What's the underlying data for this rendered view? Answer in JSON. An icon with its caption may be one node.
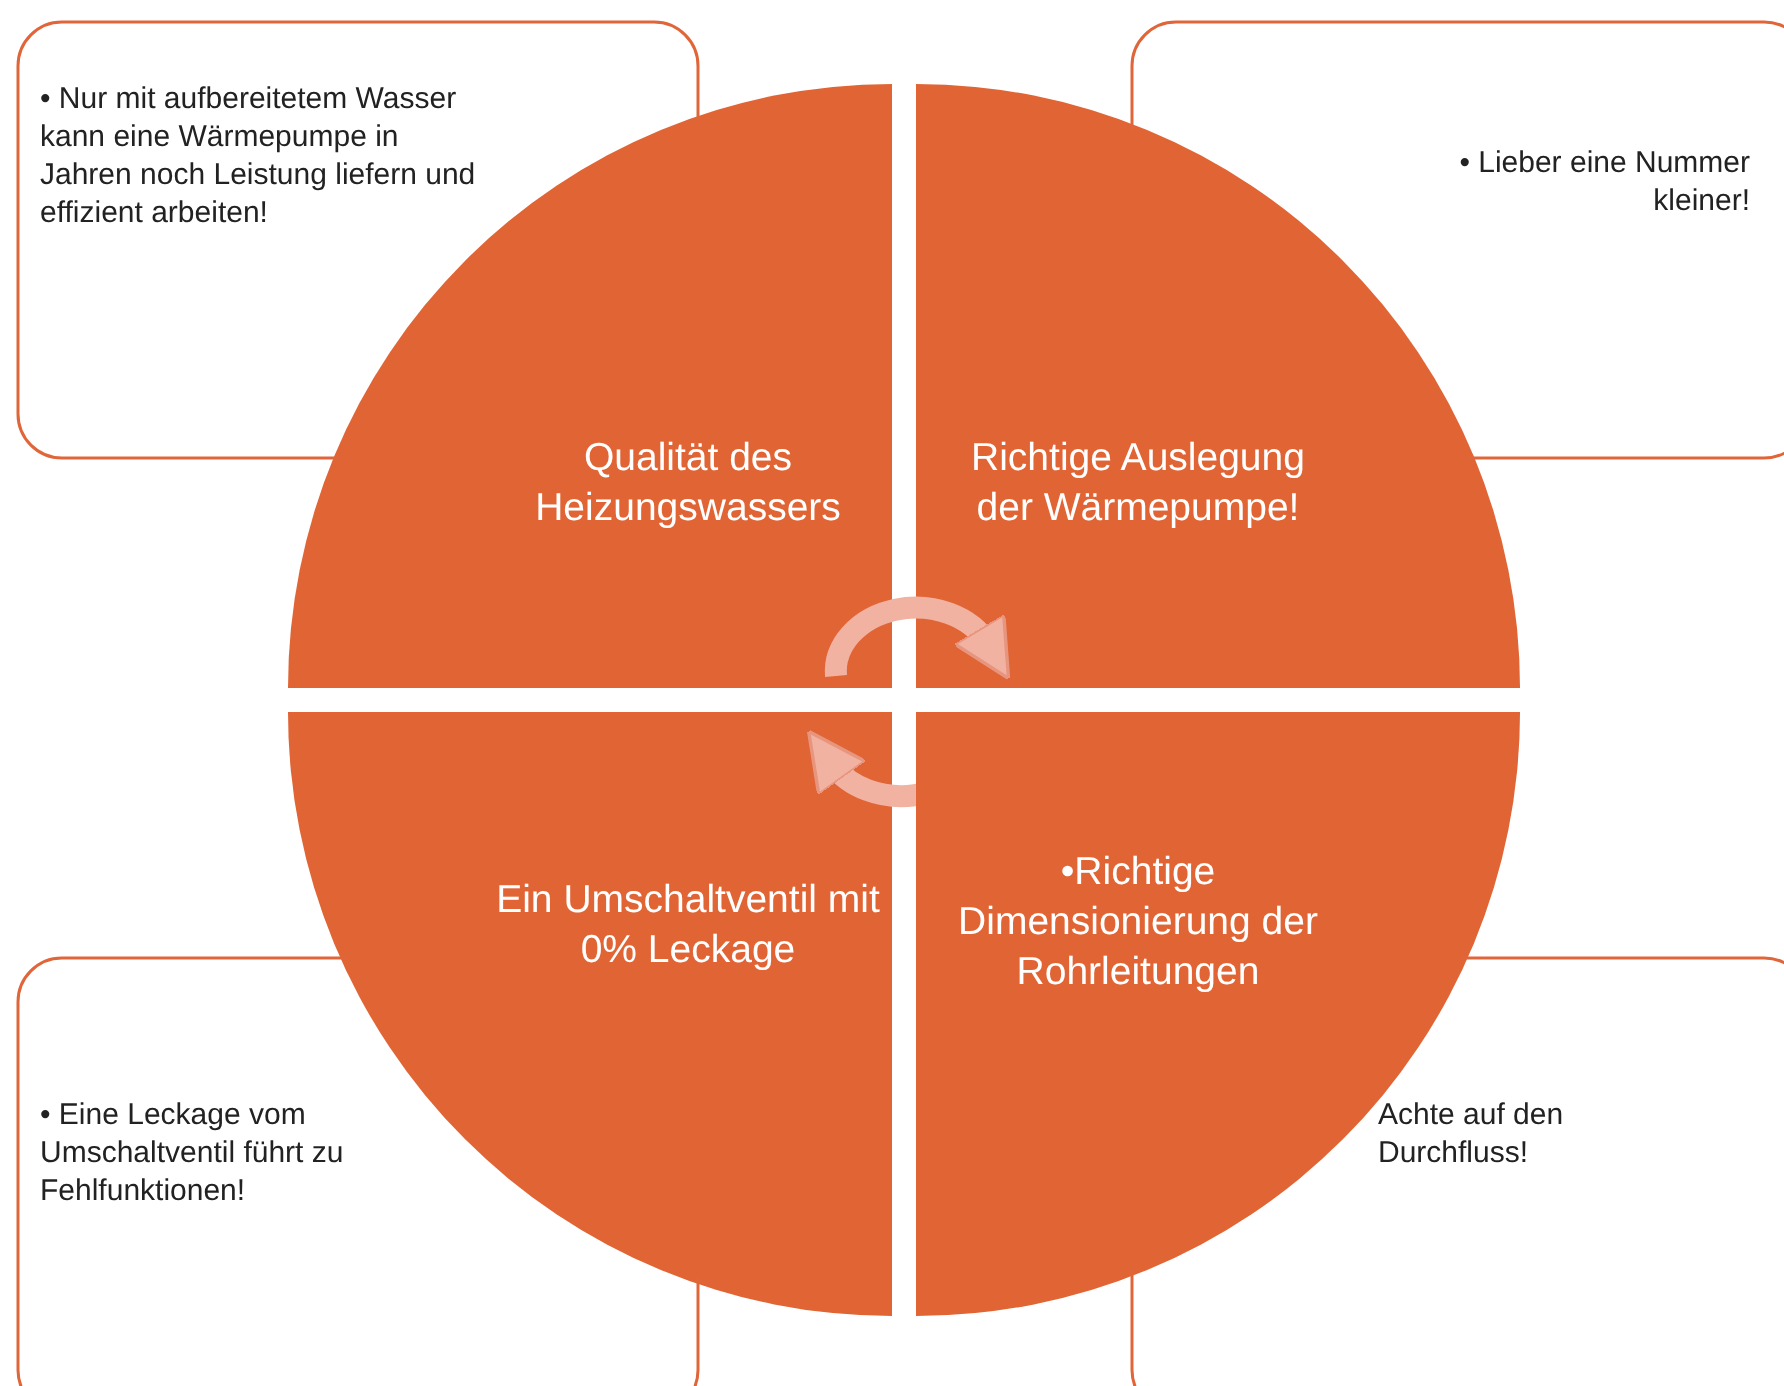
{
  "diagram": {
    "nodes": [
      {
        "text": [
          "• Nur mit aufbereitetem Wasser kann eine Wärmepumpe in Jahren noch Leistung liefern und effizient arbeiten!"
        ]
      },
      {
        "text": [
          "• Lieber eine Nummer kleiner!"
        ]
      },
      {
        "text": [
          "Qualität des Heizungswassers"
        ]
      },
      {
        "text": [
          "Richtige Auslegung der Wärmepumpe!"
        ]
      },
      {
        "text": [
          "Ein Umschaltventil mit 0% Leckage"
        ]
      },
      {
        "text": [
          "•Richtige Dimensionierung der Rohrleitungen"
        ]
      },
      {
        "text": [
          "• Eine Leckage vom Umschaltventil führt zu Fehlfunktionen!"
        ]
      },
      {
        "text": [
          "Achte auf den Durchfluss!"
        ]
      }
    ],
    "edges": [
      {
        "from": 2,
        "to": 3,
        "arrow": "to"
      },
      {
        "from": 5,
        "to": 4,
        "arrow": "to"
      }
    ]
  }
}
